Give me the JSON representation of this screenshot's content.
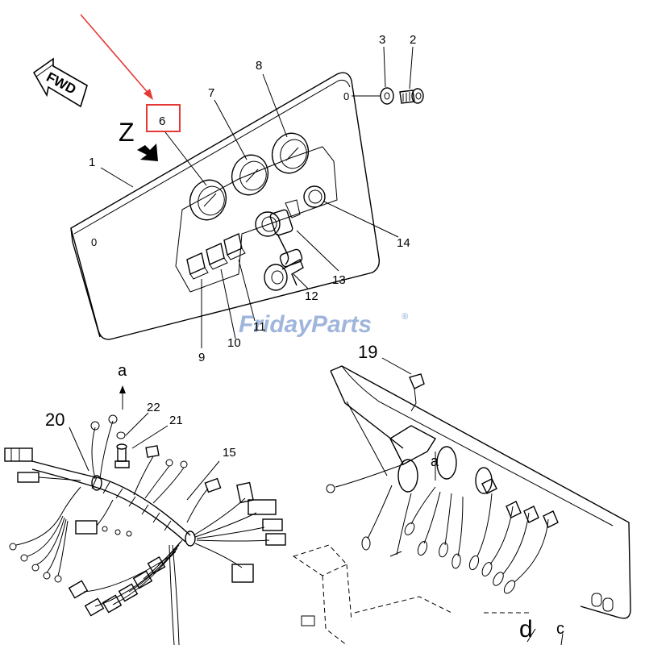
{
  "diagram": {
    "direction_arrow_text": "FWD",
    "view_marker": "Z",
    "highlight_color": "#e53935",
    "watermark": {
      "brand": "FridayParts",
      "brand_color_main": "#8fa9d6",
      "brand_color_accent": "#f2b33d",
      "registered_mark": "®"
    },
    "callouts": {
      "c1": "1",
      "c2": "2",
      "c3": "3",
      "c6": "6",
      "c7": "7",
      "c8": "8",
      "c9": "9",
      "c10": "10",
      "c11": "11",
      "c12": "12",
      "c13": "13",
      "c14": "14",
      "c15": "15",
      "c19": "19",
      "c20": "20",
      "c21": "21",
      "c22": "22",
      "ca1": "a",
      "ca2": "a",
      "cc": "c",
      "cd": "d"
    }
  }
}
